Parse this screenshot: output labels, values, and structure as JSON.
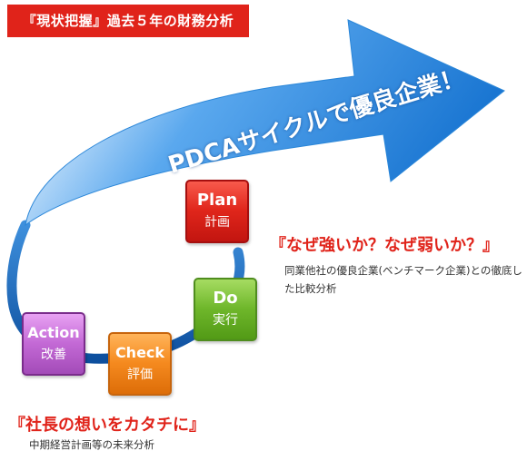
{
  "header": {
    "title": "『現状把握』過去５年の財務分析"
  },
  "banner": {
    "text": "PDCAサイクルで優良企業！"
  },
  "cycle": {
    "plan": {
      "en": "Plan",
      "ja": "計画"
    },
    "do": {
      "en": "Do",
      "ja": "実行"
    },
    "check": {
      "en": "Check",
      "ja": "評価"
    },
    "action": {
      "en": "Action",
      "ja": "改善"
    }
  },
  "question_section": {
    "heading": "『なぜ強いか？なぜ弱いか？』",
    "description": "同業他社の優良企業(ベンチマーク企業)との徹底した比較分析"
  },
  "management_section": {
    "heading": "『社長の想いをカタチに』",
    "description": "中期経営計画等の未来分析"
  },
  "colors": {
    "accent_red": "#e0231a",
    "arrow_blue": "#1f7fd6",
    "plan": "#e0261b",
    "do": "#6fb72b",
    "check": "#f58a1f",
    "action": "#c46ad6"
  }
}
